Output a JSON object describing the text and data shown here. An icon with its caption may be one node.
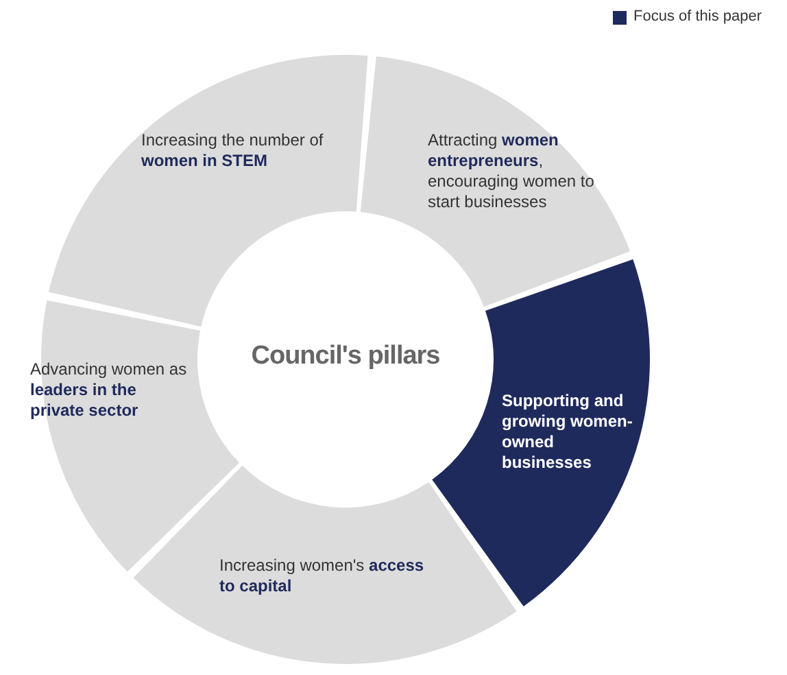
{
  "diagram": {
    "nodes": [
      {
        "text": [
          "Increasing the number of **women in STEM**"
        ]
      },
      {
        "text": [
          "Attracting **women entrepreneurs**, encouraging women to start businesses"
        ]
      },
      {
        "text": [
          "Supporting and growing women-owned businesses"
        ]
      },
      {
        "text": [
          "Increasing women's **access to capital**"
        ]
      },
      {
        "text": [
          "Advancing women as **leaders in the private sector**"
        ]
      },
      {
        "text": [
          "Council's pillars"
        ]
      }
    ],
    "legend": [
      {
        "text": "Focus of this paper",
        "color": "#1f2a5c"
      }
    ]
  }
}
